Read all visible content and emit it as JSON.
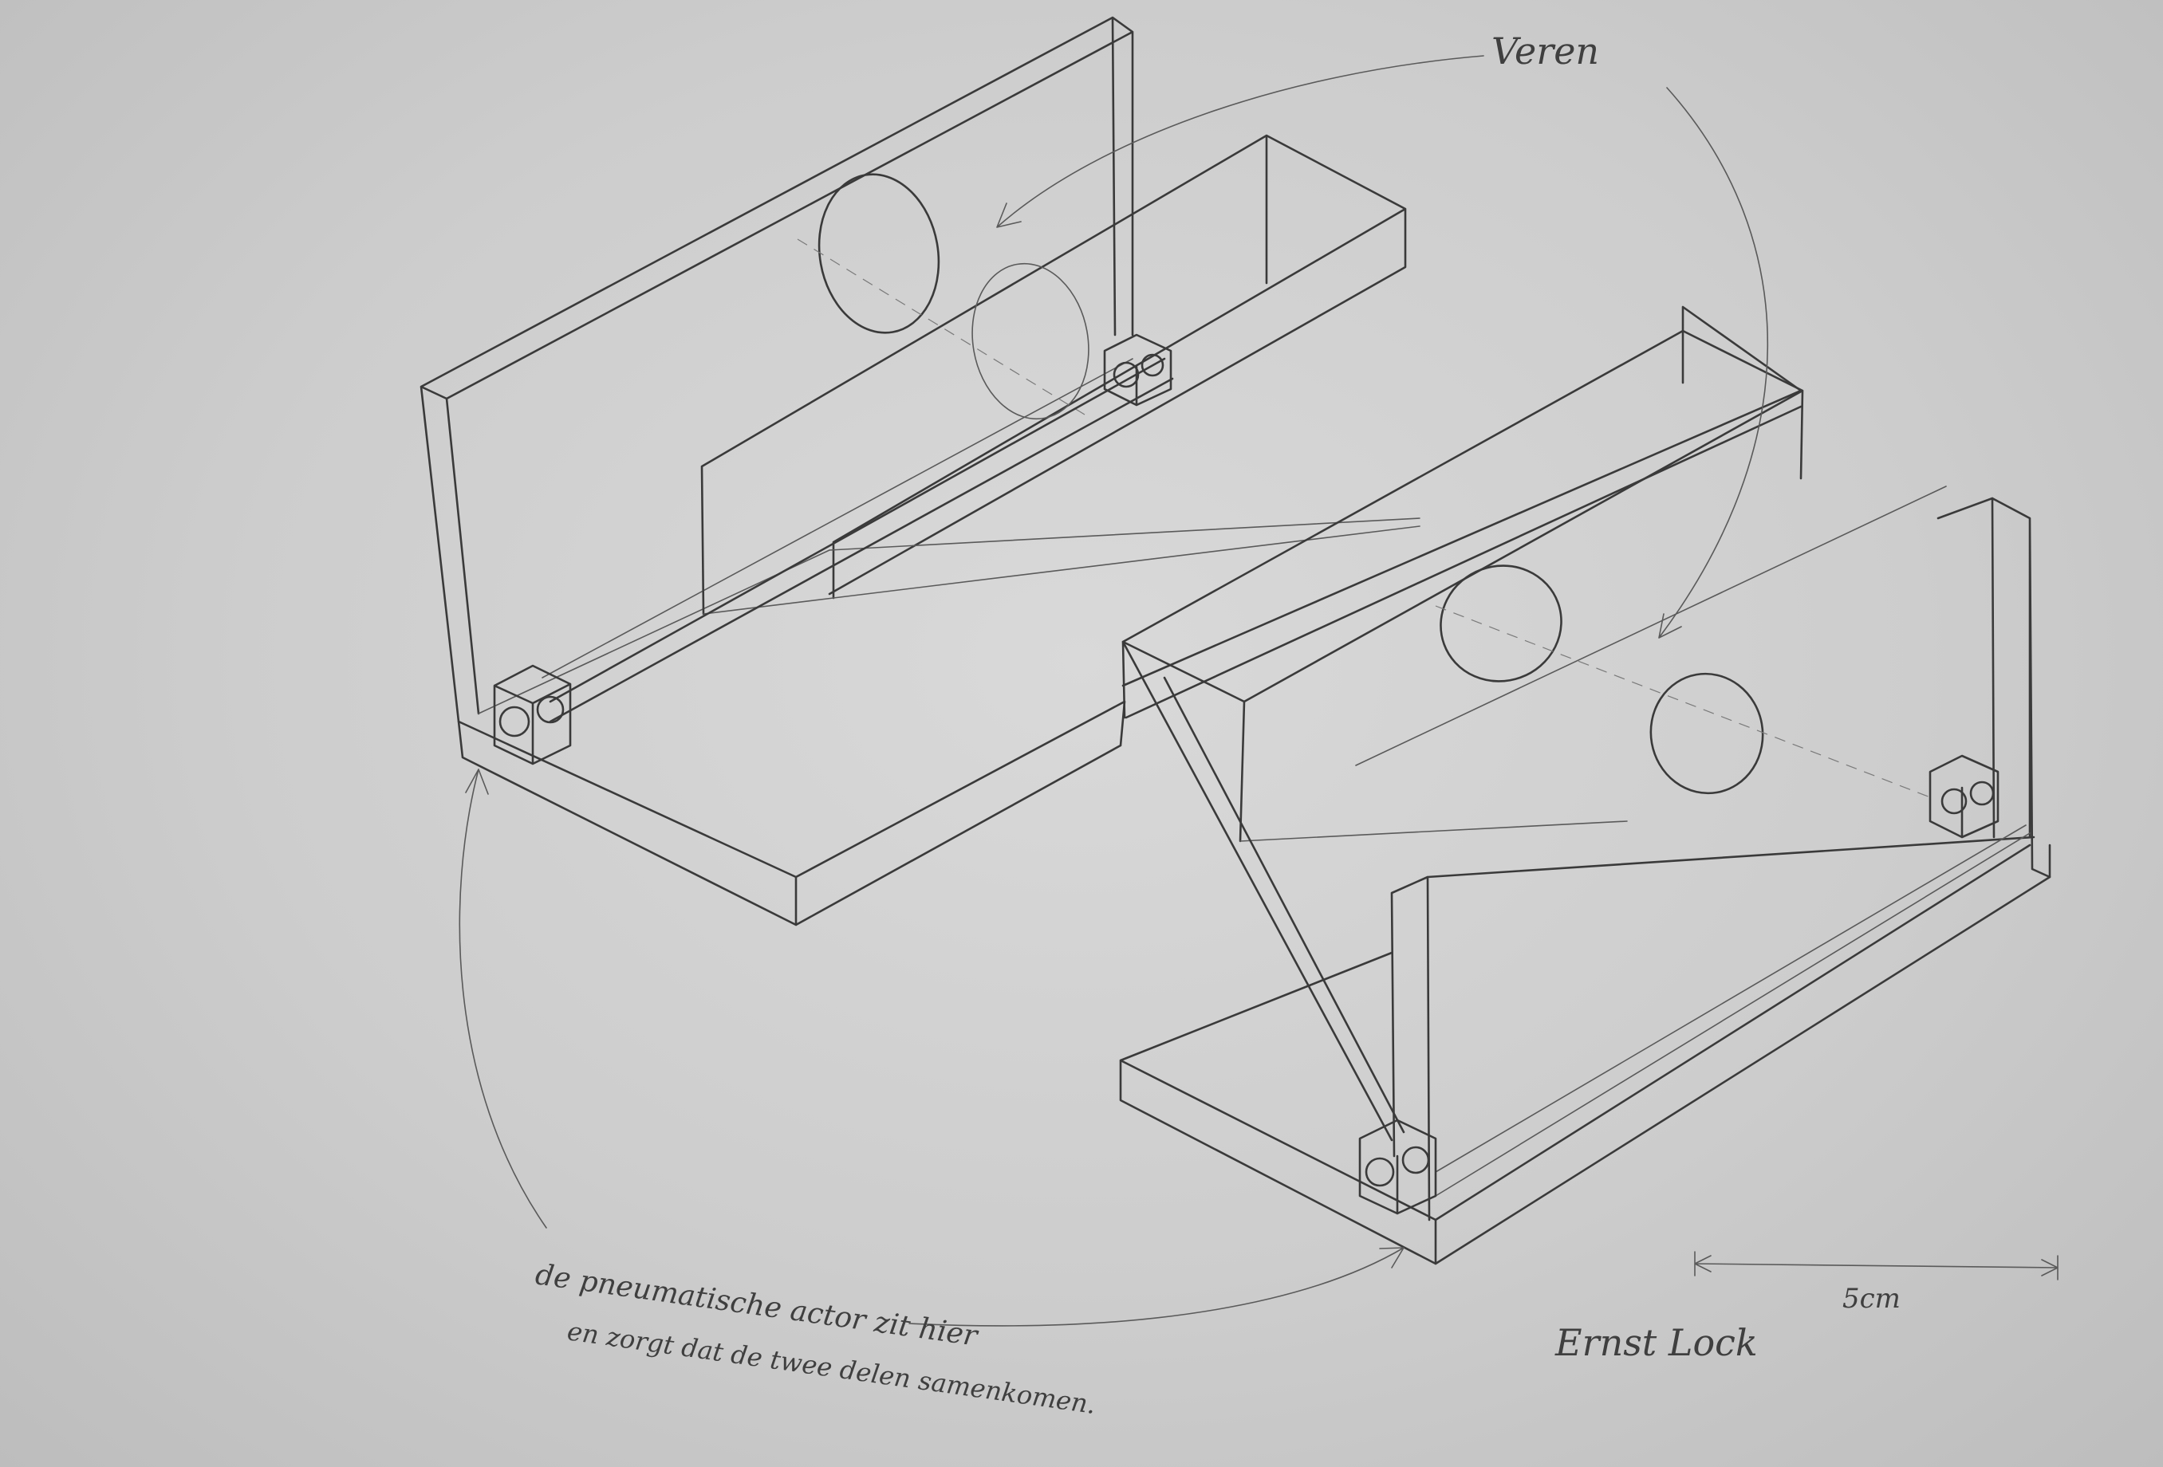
{
  "labels": {
    "springs": "Veren",
    "note_line1": "de pneumatische actor zit hier",
    "note_line2": "en zorgt dat de twee delen samenkomen.",
    "scale": "5cm",
    "author": "Ernst Lock"
  },
  "colors": {
    "paper": "#d2d2d2",
    "pencil": "#3a3a3a"
  }
}
